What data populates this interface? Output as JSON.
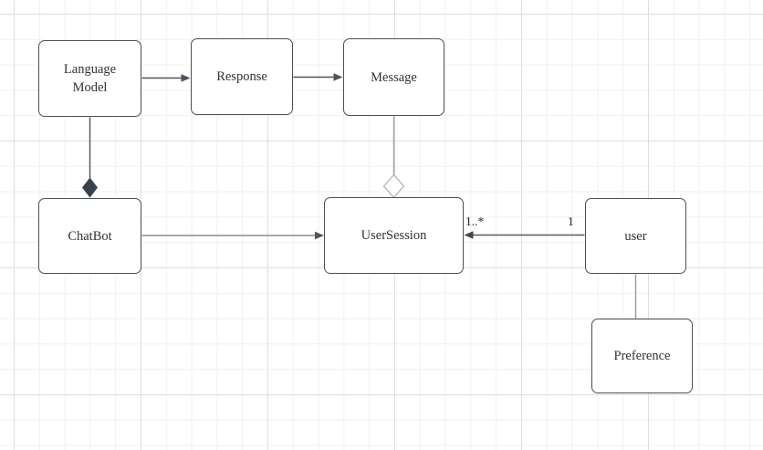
{
  "diagram": {
    "type": "uml-class-diagram",
    "nodes": {
      "language_model": {
        "label": "Language Model"
      },
      "response": {
        "label": "Response"
      },
      "message": {
        "label": "Message"
      },
      "chatbot": {
        "label": "ChatBot"
      },
      "user_session": {
        "label": "UserSession"
      },
      "user": {
        "label": "user"
      },
      "preference": {
        "label": "Preference"
      }
    },
    "edges": [
      {
        "from": "Language Model",
        "to": "Response",
        "type": "arrow"
      },
      {
        "from": "Response",
        "to": "Message",
        "type": "arrow"
      },
      {
        "from": "Language Model",
        "to": "ChatBot",
        "type": "composition-filled-diamond"
      },
      {
        "from": "Message",
        "to": "UserSession",
        "type": "aggregation-open-diamond"
      },
      {
        "from": "ChatBot",
        "to": "UserSession",
        "type": "arrow"
      },
      {
        "from": "user",
        "to": "UserSession",
        "type": "arrow",
        "source_multiplicity": "1",
        "target_multiplicity": "1..*"
      },
      {
        "from": "user",
        "to": "Preference",
        "type": "line"
      }
    ],
    "multiplicities": {
      "user_session_end": "1..*",
      "user_end": "1"
    },
    "colors": {
      "node_border": "#485058",
      "node_fill": "#ffffff",
      "connector_dark": "#4d545c",
      "connector_gray": "#878d94",
      "filled_diamond": "#3a424b",
      "open_diamond_stroke": "#b6babe",
      "grid_minor": "#f0f0f0",
      "grid_major": "#dedede",
      "text": "#2e3236"
    }
  }
}
